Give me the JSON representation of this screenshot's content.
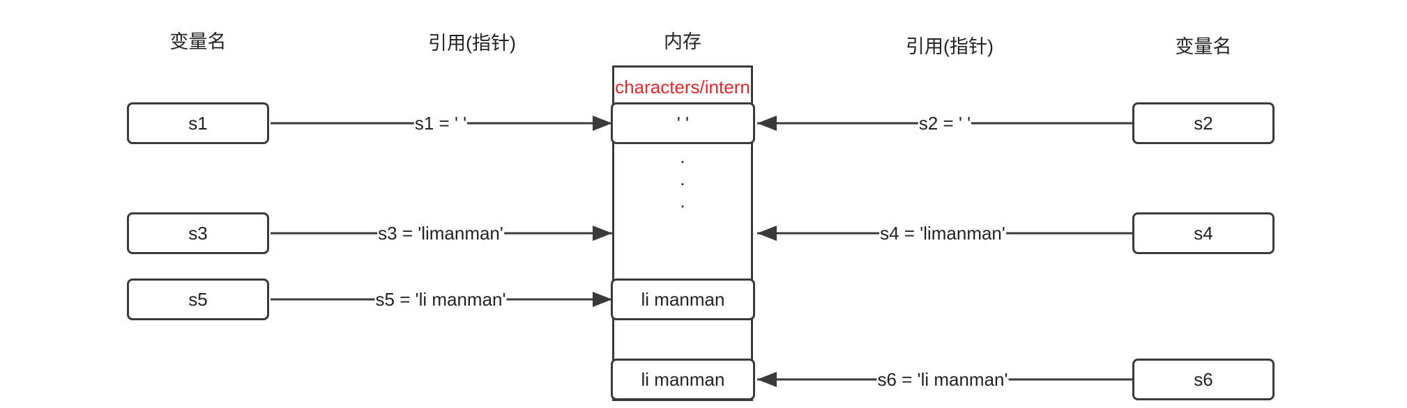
{
  "headers": {
    "left_var": "变量名",
    "left_ref": "引用(指针)",
    "memory": "内存",
    "right_ref": "引用(指针)",
    "right_var": "变量名"
  },
  "memory_label": "characters/intern",
  "colors": {
    "memory_label": "#e8262b",
    "stroke": "#3a3a3a"
  },
  "left_vars": [
    "s1",
    "s3",
    "s5"
  ],
  "right_vars": [
    "s2",
    "s4",
    "s6"
  ],
  "memory_cells": {
    "empty": "' '",
    "li_manman_1": "li manman",
    "li_manman_2": "li manman"
  },
  "ellipsis": [
    ".",
    ".",
    "."
  ],
  "edges": {
    "s1": "s1 = ' '",
    "s2": "s2 = ' '",
    "s3": "s3 = 'limanman'",
    "s4": "s4 = 'limanman'",
    "s5": "s5 = 'li manman'",
    "s6": "s6 = 'li manman'"
  }
}
